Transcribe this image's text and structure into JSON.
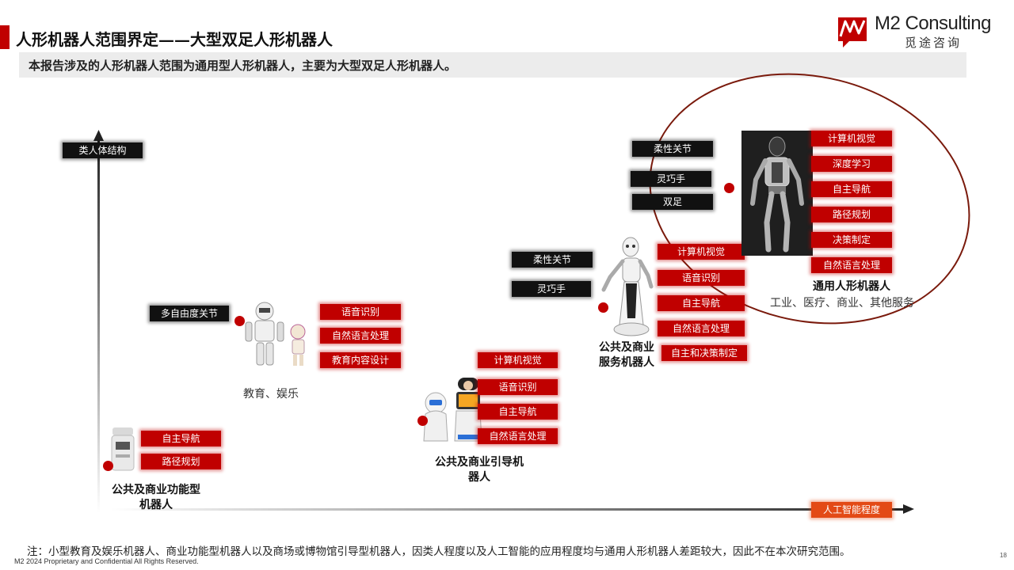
{
  "header": {
    "title": "人形机器人范围界定——大型双足人形机器人",
    "subtitle": "本报告涉及的人形机器人范围为通用型人形机器人，主要为大型双足人形机器人。"
  },
  "logo": {
    "name": "M2 Consulting",
    "name_cn": "觅途咨询",
    "brand_color": "#c00000"
  },
  "axes": {
    "y_label": "类人体结构",
    "x_label": "人工智能程度"
  },
  "categories": [
    {
      "name": "公共及商业功能型机器人",
      "title_lines": [
        "公共及商业功能型",
        "机器人"
      ],
      "features": [
        "自主导航",
        "路径规划"
      ],
      "structure_tags": []
    },
    {
      "name": "教育、娱乐",
      "caption": "教育、娱乐",
      "features": [
        "语音识别",
        "自然语言处理",
        "教育内容设计"
      ],
      "structure_tags": [
        "多自由度关节"
      ]
    },
    {
      "name": "公共及商业引导机器人",
      "title_lines": [
        "公共及商业引导机",
        "器人"
      ],
      "features": [
        "计算机视觉",
        "语音识别",
        "自主导航",
        "自然语言处理"
      ],
      "structure_tags": []
    },
    {
      "name": "公共及商业服务机器人",
      "title_lines": [
        "公共及商业",
        "服务机器人"
      ],
      "features": [
        "计算机视觉",
        "语音识别",
        "自主导航",
        "自然语言处理",
        "自主和决策制定"
      ],
      "structure_tags": [
        "柔性关节",
        "灵巧手"
      ]
    },
    {
      "name": "通用人形机器人",
      "title_lines": [
        "通用人形机器人"
      ],
      "caption": "工业、医疗、商业、其他服务",
      "features": [
        "计算机视觉",
        "深度学习",
        "自主导航",
        "路径规划",
        "决策制定",
        "自然语言处理"
      ],
      "structure_tags": [
        "柔性关节",
        "灵巧手",
        "双足"
      ]
    }
  ],
  "colors": {
    "feature_tag": "#c00000",
    "structure_tag": "#111111",
    "x_axis_tag": "#e34a16",
    "highlight_ellipse": "#7a1a0c"
  },
  "note": "注：小型教育及娱乐机器人、商业功能型机器人以及商场或博物馆引导型机器人，因类人程度以及人工智能的应用程度均与通用人形机器人差距较大，因此不在本次研究范围。",
  "footer": {
    "text": "M2  2024 Proprietary and Confidential All Rights Reserved.",
    "page": "18"
  }
}
